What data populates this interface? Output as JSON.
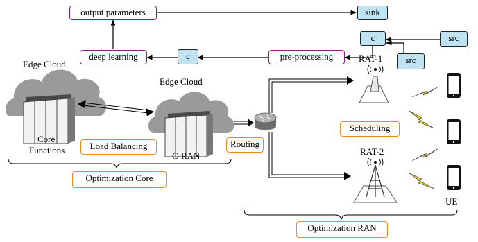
{
  "top": {
    "output_parameters": "output parameters",
    "sink": "sink"
  },
  "pipeline": {
    "deep_learning": "deep learning",
    "c_left": "c",
    "pre_processing": "pre-processing",
    "c_right": "c",
    "src_top": "src",
    "src_bottom": "src"
  },
  "core": {
    "edge_cloud_left": "Edge Cloud",
    "edge_cloud_right": "Edge Cloud",
    "core_functions_line1": "Core",
    "core_functions_line2": "Functions",
    "c_ran": "C-RAN",
    "load_balancing": "Load Balancing",
    "routing": "Routing",
    "optimization_core": "Optimization Core"
  },
  "ran": {
    "rat1": "RAT-1",
    "rat2": "RAT-2",
    "scheduling": "Scheduling",
    "ue": "UE",
    "optimization_ran": "Optimization RAN"
  },
  "colors": {
    "purple_border": "#8a1a8a",
    "orange_border": "#f08c1a",
    "blue_fill": "#bfe3f3",
    "cloud": "#9a9a9a",
    "lightning": "#e8d21a"
  }
}
